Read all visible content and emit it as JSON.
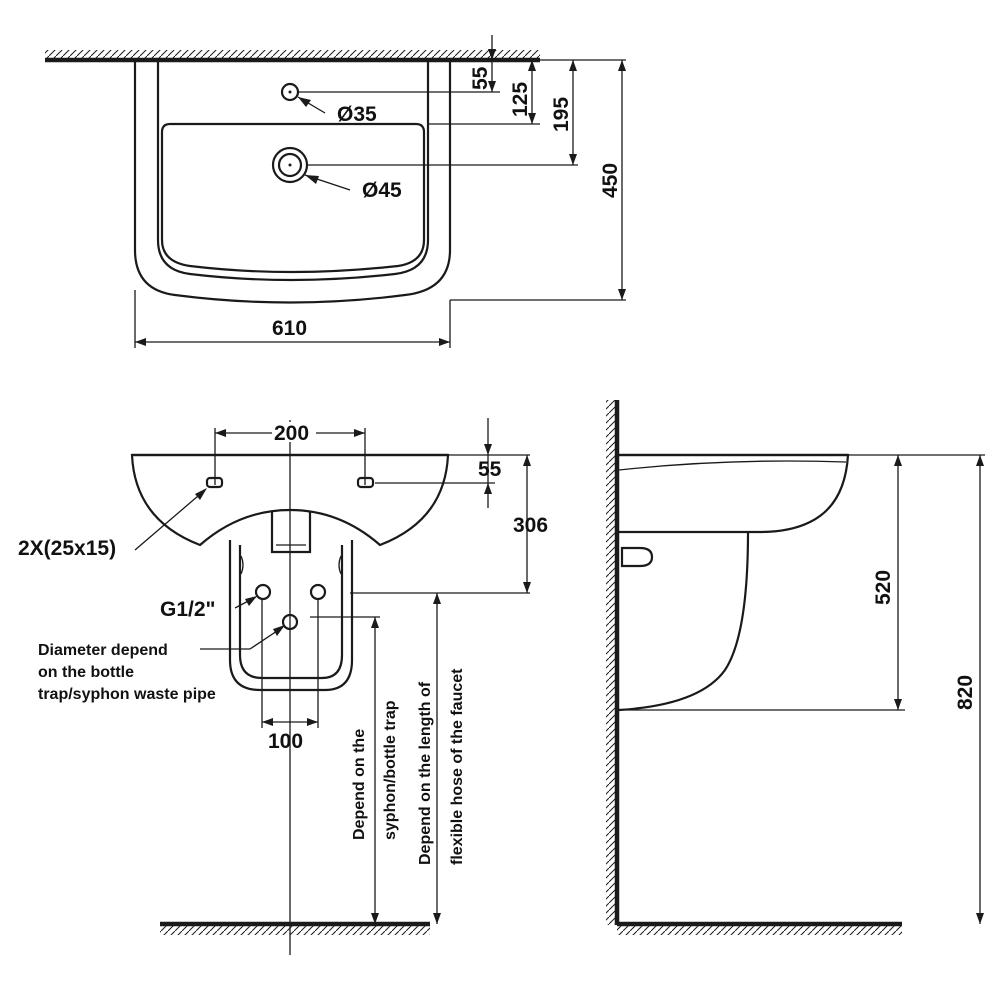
{
  "top_view": {
    "dim_width": "610",
    "dim_depth": "450",
    "dim_hole_offset_1": "55",
    "dim_hole_offset_2": "125",
    "dim_hole_offset_3": "195",
    "hole_small": "Ø35",
    "hole_large": "Ø45"
  },
  "front_view": {
    "dim_hole_spacing": "200",
    "dim_top_offset": "55",
    "dim_height": "306",
    "fixing_holes": "2X(25x15)",
    "thread": "G1/2\"",
    "dim_pipe_spacing": "100",
    "note_diameter_line1": "Diameter depend",
    "note_diameter_line2": "on the bottle",
    "note_diameter_line3": "trap/syphon waste pipe",
    "note_syphon_line1": "Depend on the",
    "note_syphon_line2": "syphon/bottle trap",
    "note_hose_line1": "Depend on the length of",
    "note_hose_line2": "flexible hose of the faucet"
  },
  "side_view": {
    "dim_basin_height": "520",
    "dim_total_height": "820"
  }
}
